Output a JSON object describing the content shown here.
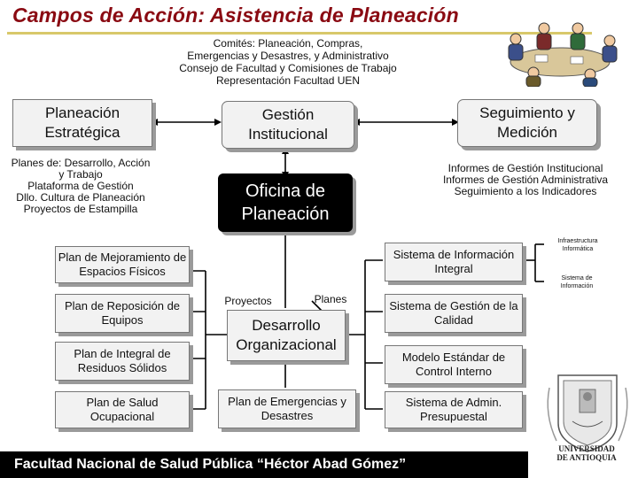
{
  "header": {
    "title": "Campos de Acción: Asistencia de Planeación",
    "subtitle_lines": [
      "Comités: Planeación, Compras,",
      "Emergencias y Desastres, y Administrativo",
      "Consejo de Facultad y Comisiones de Trabajo",
      "Representación Facultad UEN"
    ]
  },
  "nodes": {
    "planeacion_estrategica": "Planeación Estratégica",
    "gestion_institucional": "Gestión Institucional",
    "seguimiento": "Seguimiento y Medición",
    "oficina": "Oficina de Planeación",
    "desarrollo": "Desarrollo Organizacional",
    "plan_mejoramiento": "Plan de Mejoramiento de Espacios Físicos",
    "plan_reposicion": "Plan de Reposición de Equipos",
    "plan_residuos": "Plan de Integral de Residuos Sólidos",
    "plan_salud": "Plan de Salud Ocupacional",
    "plan_emergencias": "Plan de Emergencias y Desastres",
    "sistema_informacion": "Sistema de Información Integral",
    "sistema_calidad": "Sistema de Gestión de la Calidad",
    "modelo_control": "Modelo Estándar de Control Interno",
    "sistema_admin": "Sistema de Admin. Presupuestal",
    "proyectos": "Proyectos",
    "planes": "Planes"
  },
  "notes": {
    "planes_de": [
      "Planes de: Desarrollo, Acción",
      "y Trabajo",
      "Plataforma de Gestión",
      "Dllo. Cultura de Planeación",
      "Proyectos de Estampilla"
    ],
    "informes": [
      "Informes de Gestión Institucional",
      "Informes de Gestión Administrativa",
      "Seguimiento a los Indicadores"
    ],
    "infraestructura": [
      "Infraestructura",
      "Informática"
    ],
    "sistema_de_info": [
      "Sistema de",
      "Información"
    ]
  },
  "footer": {
    "text": "Facultad Nacional de Salud Pública “Héctor Abad Gómez”"
  },
  "logo": {
    "lines": [
      "UNIVERSIDAD",
      "DE ANTIOQUIA"
    ]
  },
  "colors": {
    "title": "#8a0a12",
    "box_fill": "#f2f2f2",
    "box_shadow": "#9a9a9a",
    "dark_box": "#000000"
  }
}
